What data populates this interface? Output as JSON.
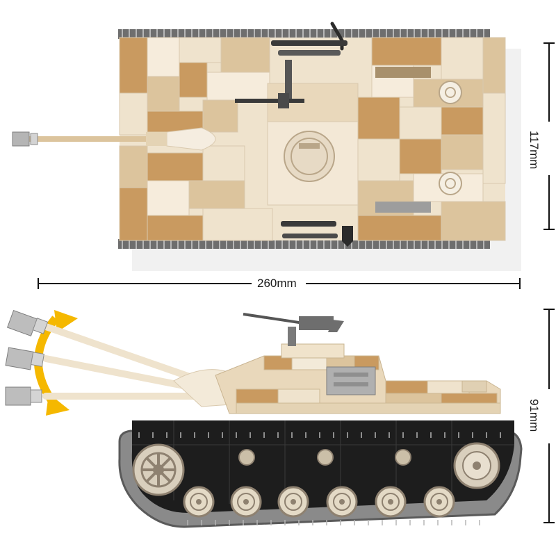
{
  "dimensions": {
    "length": "260mm",
    "width": "117mm",
    "height": "91mm"
  },
  "colors": {
    "tan_light": "#efe3cd",
    "tan_mid": "#dcc49d",
    "tan_dark": "#c99a60",
    "track_gray": "#8a8a8a",
    "hull_black": "#1d1d1d",
    "arrow_yellow": "#f5b800"
  }
}
